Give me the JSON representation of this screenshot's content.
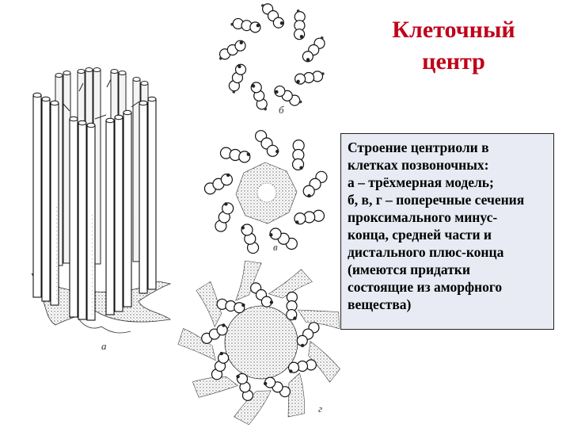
{
  "slide": {
    "title_lines": [
      "Клеточный",
      "центр"
    ],
    "caption_lines": [
      "Строение центриоли в",
      "клетках позвоночных:",
      "а – трёхмерная модель;",
      "б, в, г – поперечные сечения",
      "проксимального минус-",
      "конца, средней части и",
      "дистального плюс-конца",
      "(имеются придатки",
      "состоящие из аморфного",
      "вещества)"
    ]
  },
  "figure": {
    "labels": {
      "a": "а",
      "b": "б",
      "v": "в",
      "g": "г"
    },
    "ink_color": "#1a1a1a",
    "stipple_color": "#555555"
  }
}
